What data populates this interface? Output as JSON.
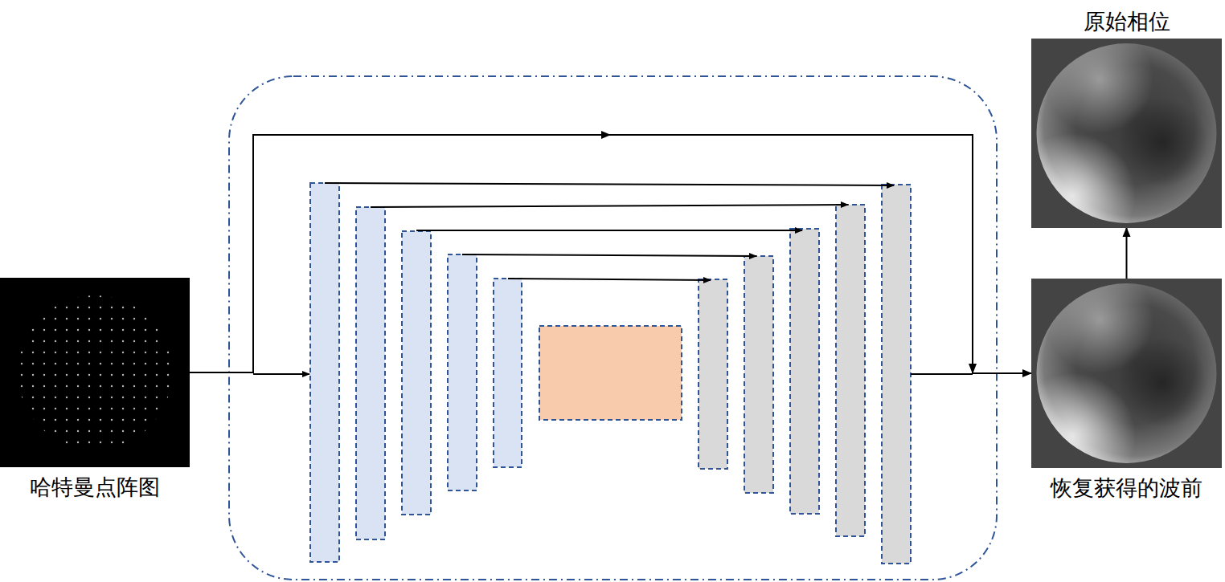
{
  "diagram": {
    "nodes": [
      {
        "text": [
          "哈特曼点阵图"
        ]
      },
      {
        "text": [
          "恢复获得的波前"
        ]
      },
      {
        "text": [
          "原始相位"
        ]
      }
    ],
    "edges": [
      {
        "from": 0,
        "to": 1,
        "arrow": "to"
      },
      {
        "from": 1,
        "to": 2,
        "arrow": "to"
      }
    ]
  }
}
